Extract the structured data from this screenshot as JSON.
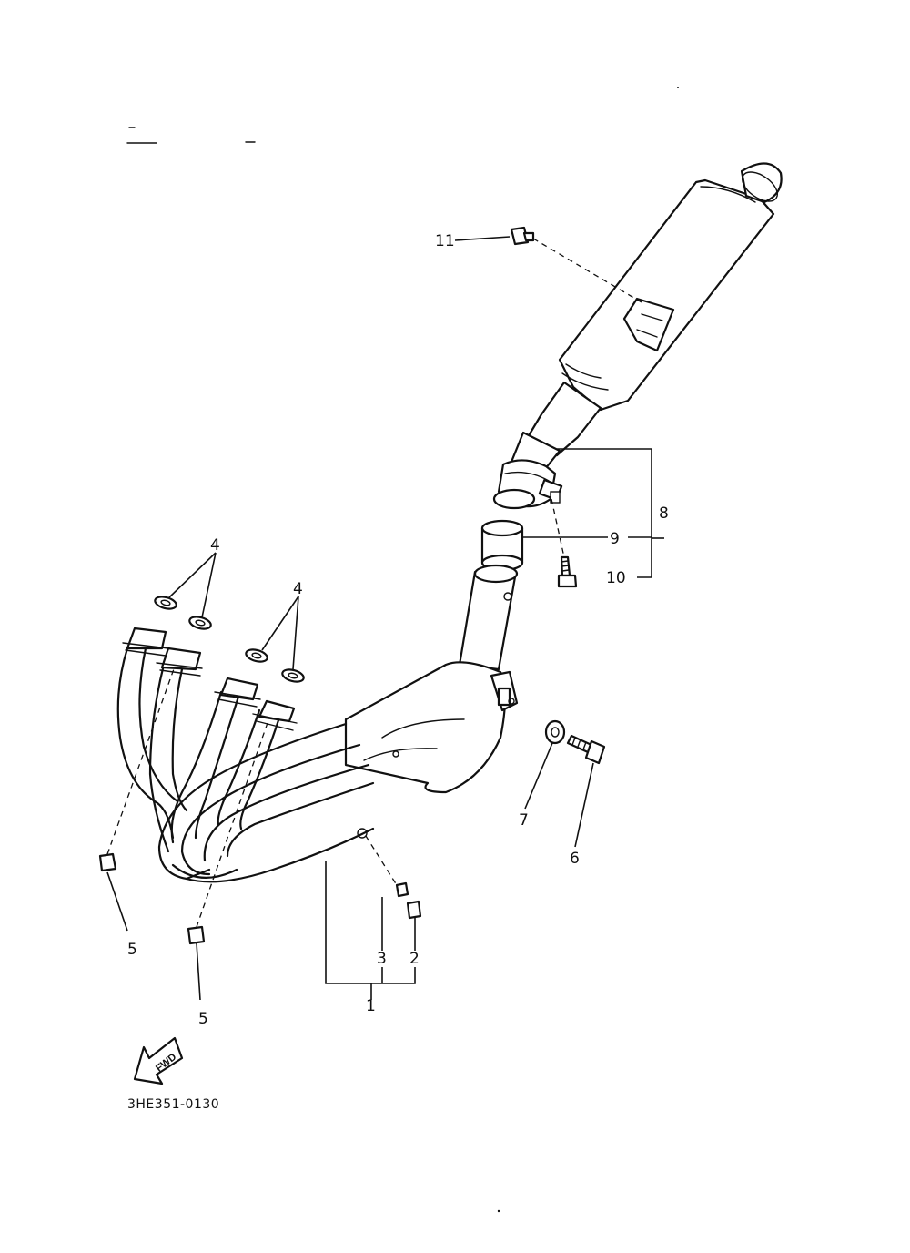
{
  "diagram": {
    "code": "3HE351-0130",
    "fwd_label": "FWD",
    "callouts": {
      "c1": "1",
      "c2": "2",
      "c3": "3",
      "c4a": "4",
      "c4b": "4",
      "c5a": "5",
      "c5b": "5",
      "c6": "6",
      "c7": "7",
      "c8": "8",
      "c9": "9",
      "c10": "10",
      "c11": "11"
    }
  }
}
